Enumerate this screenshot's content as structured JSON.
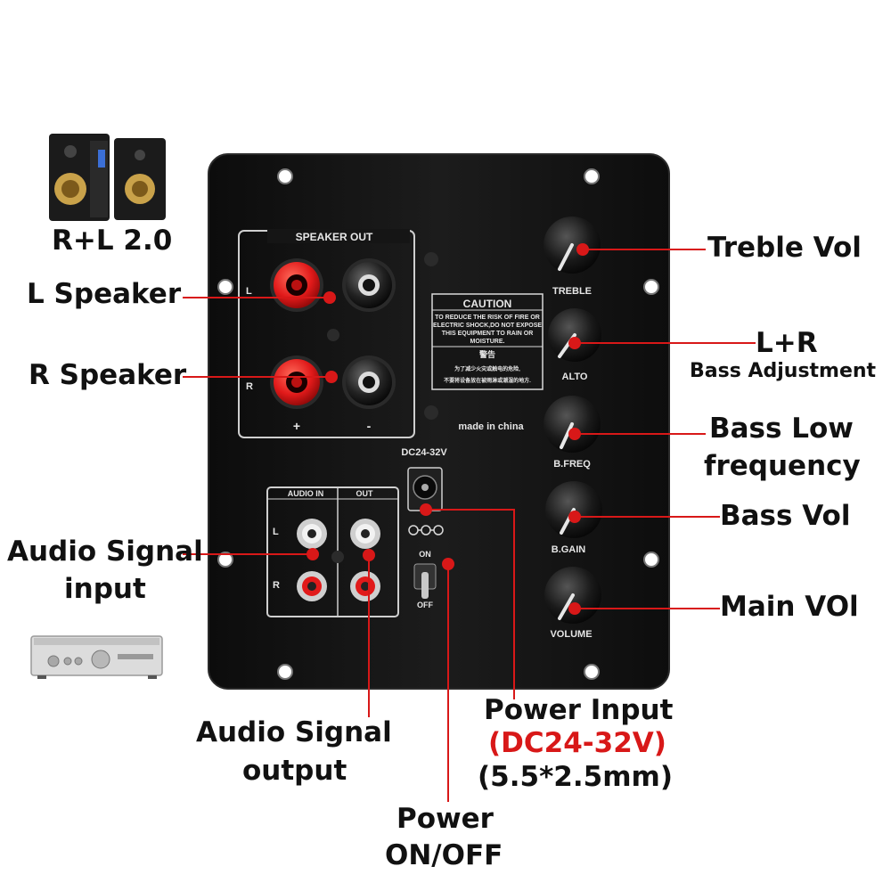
{
  "panel": {
    "speaker_out_title": "SPEAKER OUT",
    "speaker_left_mark": "L",
    "speaker_right_mark": "R",
    "plus_mark": "+",
    "minus_mark": "-",
    "caution_title": "CAUTION",
    "caution_lines": [
      "TO REDUCE THE RISK OF FIRE OR",
      "ELECTRIC SHOCK,DO NOT EXPOSE",
      "THIS EQUIPMENT TO RAIN OR",
      "MOISTURE."
    ],
    "caution_cn_title": "警告",
    "caution_cn_lines": [
      "为了减少火灾或触电的危险,",
      "不要将设备放在被雨淋或潮湿的地方."
    ],
    "made_in": "made in china",
    "dc_label": "DC24-32V",
    "audio_in_label": "AUDIO IN",
    "audio_out_label": "OUT",
    "rca_left_mark": "L",
    "rca_right_mark": "R",
    "switch_on": "ON",
    "switch_off": "OFF",
    "knobs": [
      "TREBLE",
      "ALTO",
      "B.FREQ",
      "B.GAIN",
      "VOLUME"
    ]
  },
  "callouts": {
    "stereo_label": "R+L 2.0",
    "l_speaker": "L Speaker",
    "r_speaker": "R Speaker",
    "audio_in_1": "Audio Signal",
    "audio_in_2": "input",
    "audio_out_1": "Audio Signal",
    "audio_out_2": "output",
    "treble": "Treble Vol",
    "lr_1": "L+R",
    "lr_2": "Bass Adjustment",
    "bass_low_1": "Bass Low",
    "bass_low_2": "frequency",
    "bass_vol": "Bass Vol",
    "main_vol": "Main VOl",
    "power_input_1": "Power Input",
    "power_input_2": "(DC24-32V)",
    "power_input_3": "(5.5*2.5mm)",
    "power_onoff_1": "Power",
    "power_onoff_2": "ON/OFF"
  },
  "colors": {
    "panel": "#111111",
    "marker": "#d81818",
    "terminal_red": "#e11a1a"
  },
  "icons": [
    "bookshelf-speakers-icon",
    "amplifier-icon"
  ]
}
